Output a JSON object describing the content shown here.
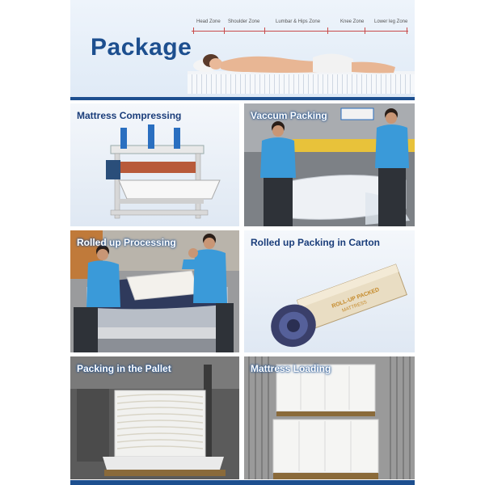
{
  "header": {
    "title": "Package",
    "zones": [
      "Head Zone",
      "Shoulder Zone",
      "Lumbar & Hips Zone",
      "Knee Zone",
      "Lower leg Zone"
    ]
  },
  "panels": [
    {
      "label": "Mattress Compressing"
    },
    {
      "label": "Vaccum Packing"
    },
    {
      "label": "Rolled up Processing"
    },
    {
      "label": "Rolled up Packing in Carton",
      "carton_text": [
        "ROLL-UP PACKED",
        "MATTRESS"
      ]
    },
    {
      "label": "Packing in the Pallet"
    },
    {
      "label": "Mattress Loading"
    }
  ],
  "colors": {
    "brand_blue": "#1d4f8f",
    "worker_shirt": "#3a9ad9"
  }
}
